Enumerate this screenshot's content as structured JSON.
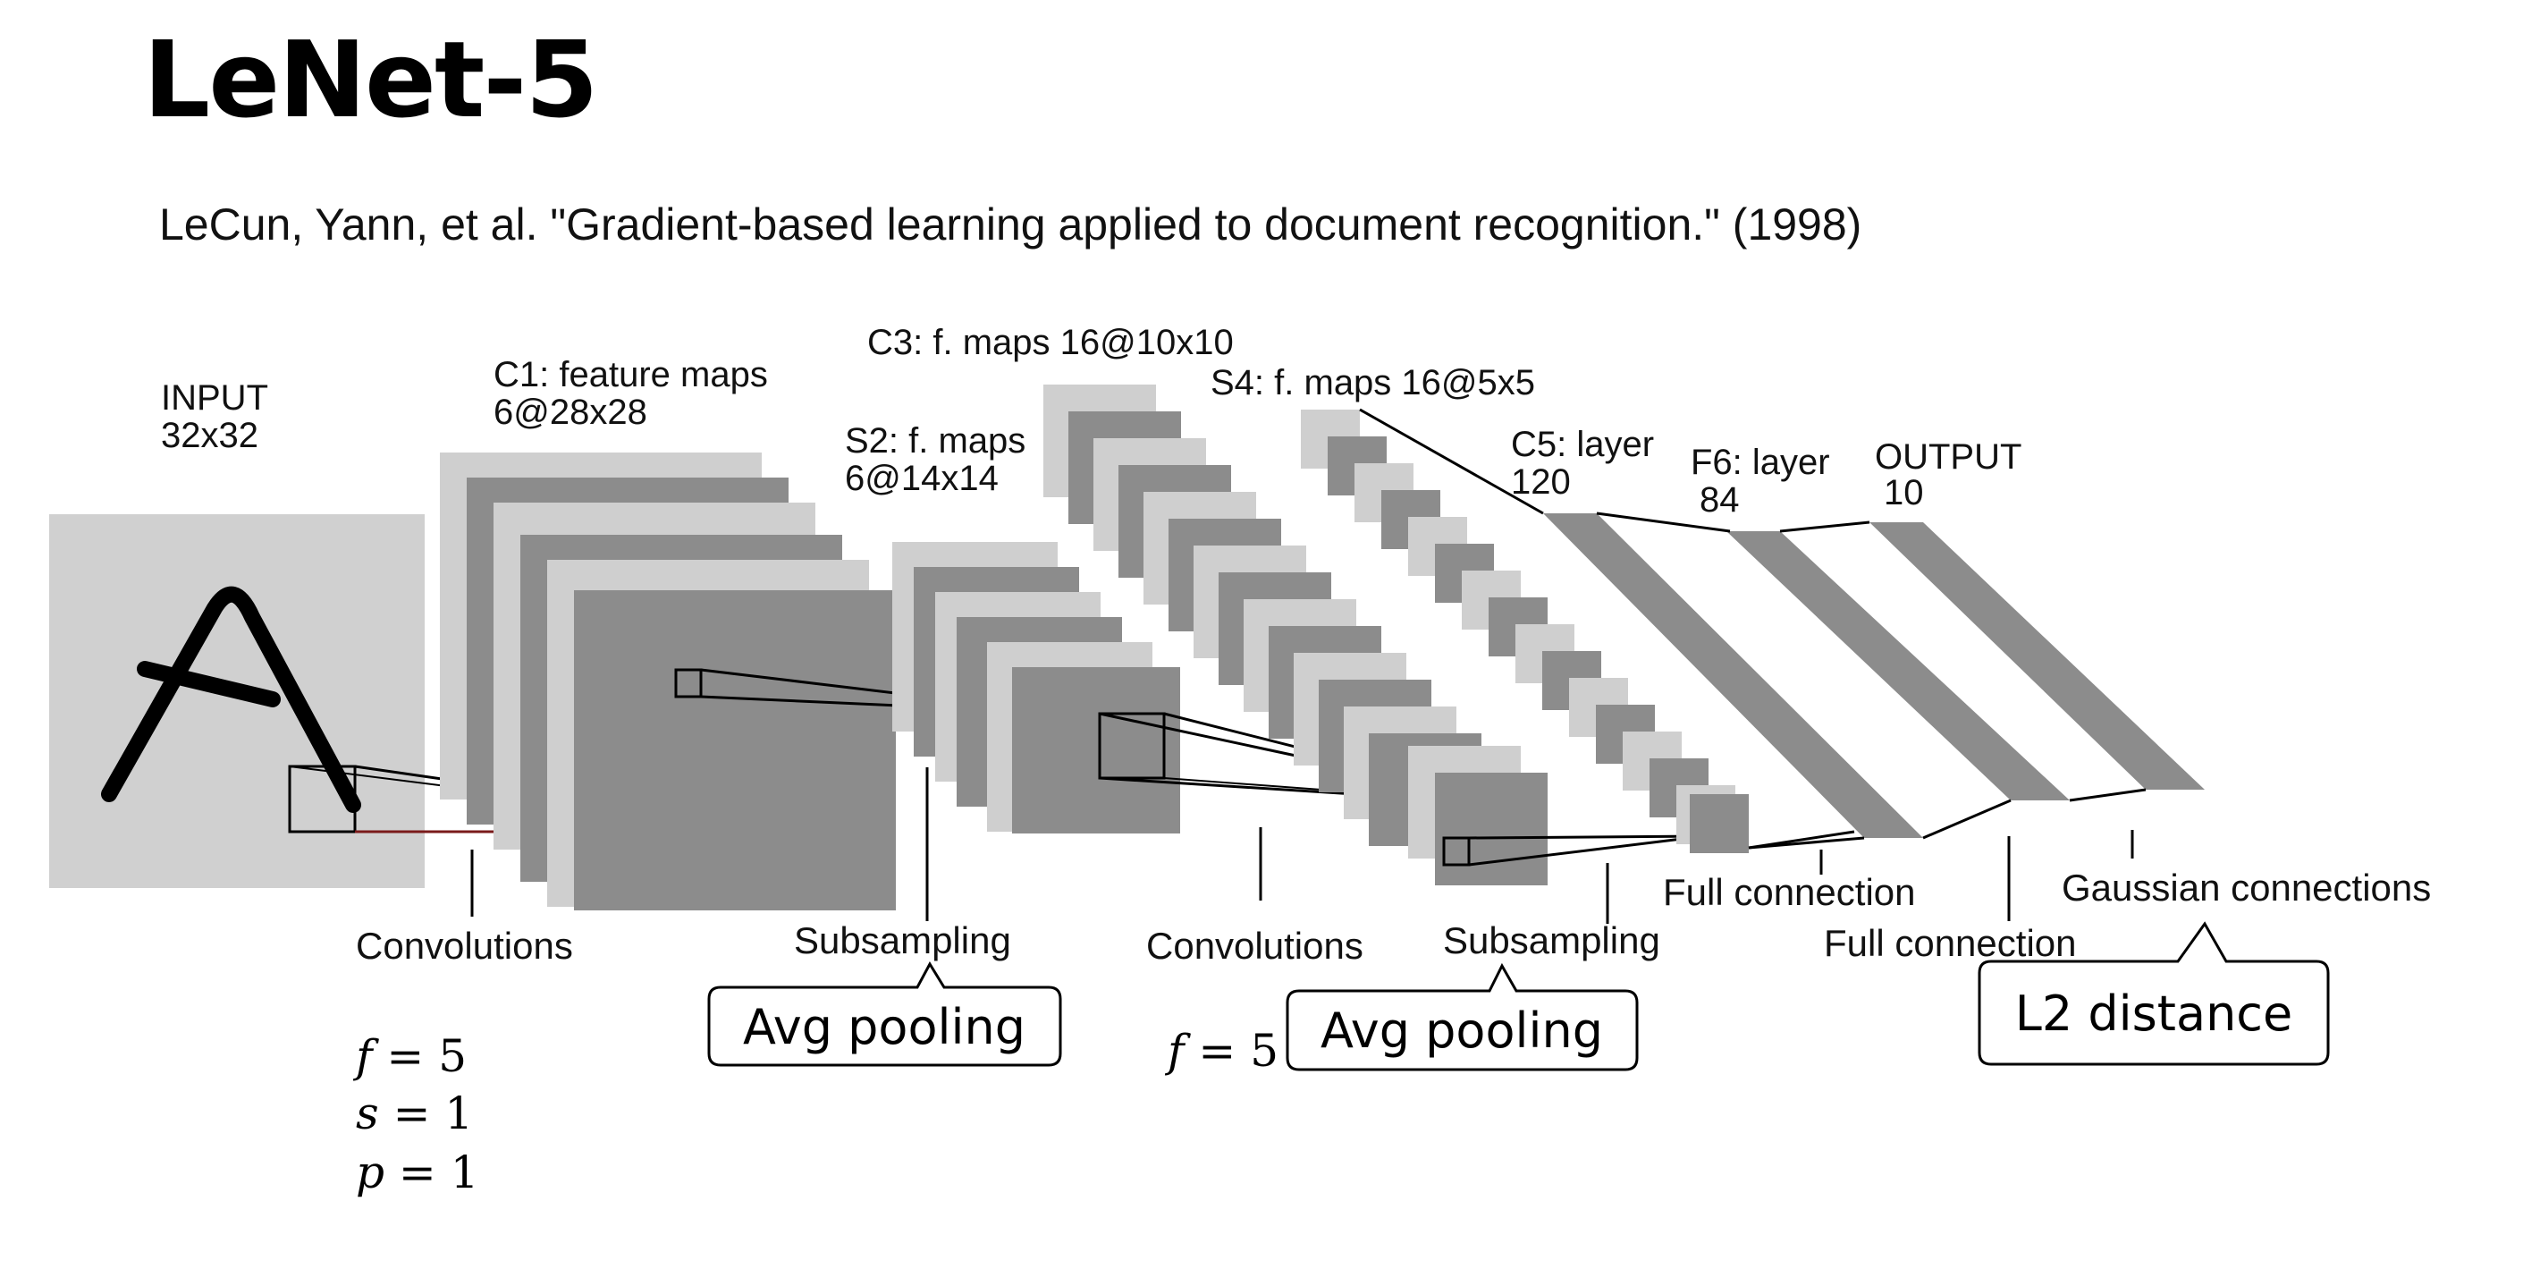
{
  "title": "LeNet-5",
  "citation": "LeCun, Yann, et al. \"Gradient-based learning applied to document recognition.\" (1998)",
  "layers": {
    "input": {
      "name": "INPUT",
      "size": "32x32"
    },
    "c1": {
      "name": "C1: feature maps",
      "size": "6@28x28"
    },
    "s2": {
      "name": "S2: f. maps",
      "size": "6@14x14"
    },
    "c3": {
      "name": "C3: f. maps 16@10x10"
    },
    "s4": {
      "name": "S4: f. maps 16@5x5"
    },
    "c5": {
      "name": "C5: layer",
      "size": "120"
    },
    "f6": {
      "name": "F6: layer",
      "size": "84"
    },
    "output": {
      "name": "OUTPUT",
      "size": "10"
    }
  },
  "operations": {
    "conv1": "Convolutions",
    "sub1": "Subsampling",
    "conv2": "Convolutions",
    "sub2": "Subsampling",
    "full1": "Full connection",
    "full2": "Full connection",
    "gauss": "Gaussian connections"
  },
  "params_conv1": {
    "f": "5",
    "s": "1",
    "p": "1"
  },
  "params_conv2": {
    "f": "5"
  },
  "callouts": {
    "pool1": "Avg pooling",
    "pool2": "Avg pooling",
    "l2": "L2 distance"
  },
  "colors": {
    "light_gray": "#cfcfcf",
    "dark_gray": "#8c8c8c",
    "input_gray": "#d0d0d0"
  }
}
